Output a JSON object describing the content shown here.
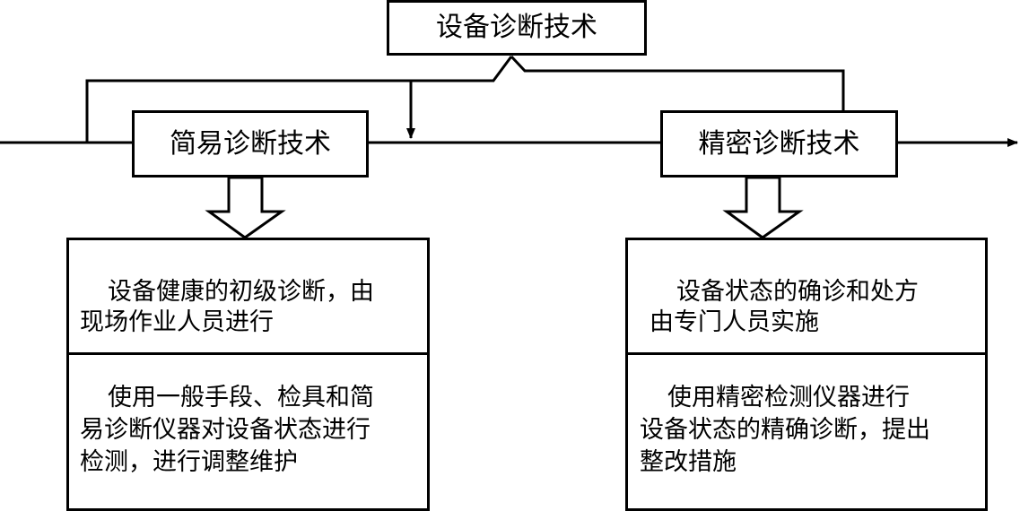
{
  "diagram": {
    "root": {
      "label": "设备诊断技术"
    },
    "branches": {
      "simple": {
        "label": "简易诊断技术",
        "purpose_lines": [
          "设备健康的初级诊断，由",
          "现场作业人员进行"
        ],
        "method_lines": [
          "使用一般手段、检具和简",
          "易诊断仪器对设备状态进行",
          "检测，进行调整维护"
        ]
      },
      "precise": {
        "label": "精密诊断技术",
        "purpose_lines": [
          "设备状态的确诊和处方",
          "由专门人员实施"
        ],
        "method_lines": [
          "使用精密检测仪器进行",
          "设备状态的精确诊断，提出",
          "整改措施"
        ]
      }
    },
    "colors": {
      "line": "#000000",
      "background": "#ffffff"
    },
    "icons": {
      "flow": "arrow-right-icon",
      "down": "hollow-down-arrow-icon"
    }
  }
}
